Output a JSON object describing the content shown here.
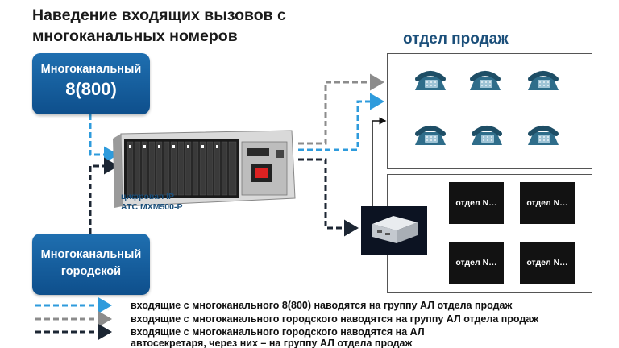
{
  "title": {
    "line1": "Наведение входящих вызовов с",
    "line2": "многоканальных номеров"
  },
  "sources": {
    "toll_free": {
      "line1": "Многоканальный",
      "line2": "8(800)"
    },
    "city": {
      "line1": "Многоканальный",
      "line2": "городской"
    }
  },
  "pbx": {
    "label_line1": "цифровая IP",
    "label_line2": "АТС МХМ500-Р"
  },
  "sales": {
    "title": "отдел продаж",
    "phone_count": 6
  },
  "departments": [
    "отдел N…",
    "отдел N…",
    "отдел N…",
    "отдел N…"
  ],
  "legend": [
    {
      "text": "входящие с многоканального 8(800) наводятся на группу АЛ отдела продаж",
      "color": "#2e9bdc",
      "style": "dashed"
    },
    {
      "text": "входящие с многоканального городского наводятся на группу АЛ отдела продаж",
      "color": "#8c8c8c",
      "style": "dashed"
    },
    {
      "text_line1": "входящие с многоканального городского наводятся на АЛ",
      "text_line2": "автосекретаря, через них – на группу АЛ отдела продаж",
      "color": "#1c2633",
      "style": "dashed"
    }
  ],
  "icons": [
    "desk-phone-icon",
    "pbx-rack-icon",
    "server-box-icon"
  ]
}
